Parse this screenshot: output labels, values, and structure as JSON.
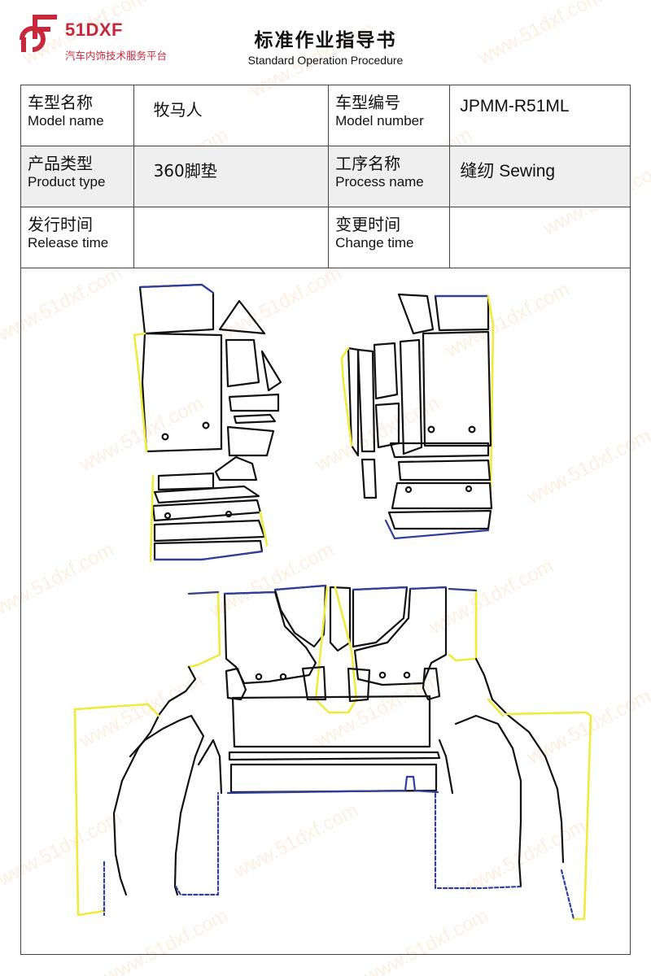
{
  "header": {
    "logo_name": "51DXF",
    "logo_subtitle": "汽车内饰技术服务平台",
    "title_cn": "标准作业指导书",
    "title_en": "Standard Operation Procedure"
  },
  "info": {
    "model_name_cn": "车型名称",
    "model_name_en": "Model name",
    "model_name_value": "牧马人",
    "model_number_cn": "车型编号",
    "model_number_en": "Model number",
    "model_number_value": "JPMM-R51ML",
    "product_type_cn": "产品类型",
    "product_type_en": "Product type",
    "product_type_value": "360脚垫",
    "process_name_cn": "工序名称",
    "process_name_en": "Process name",
    "process_name_value": "缝纫 Sewing",
    "release_time_cn": "发行时间",
    "release_time_en": "Release time",
    "release_time_value": "",
    "change_time_cn": "变更时间",
    "change_time_en": "Change time",
    "change_time_value": ""
  },
  "watermark": "www.51dxf.com",
  "colors": {
    "brand": "#c8283c",
    "outline": "#111111",
    "edge_yellow": "#f0ea3c",
    "edge_blue": "#2f3f9e",
    "shade": "#efefef"
  }
}
